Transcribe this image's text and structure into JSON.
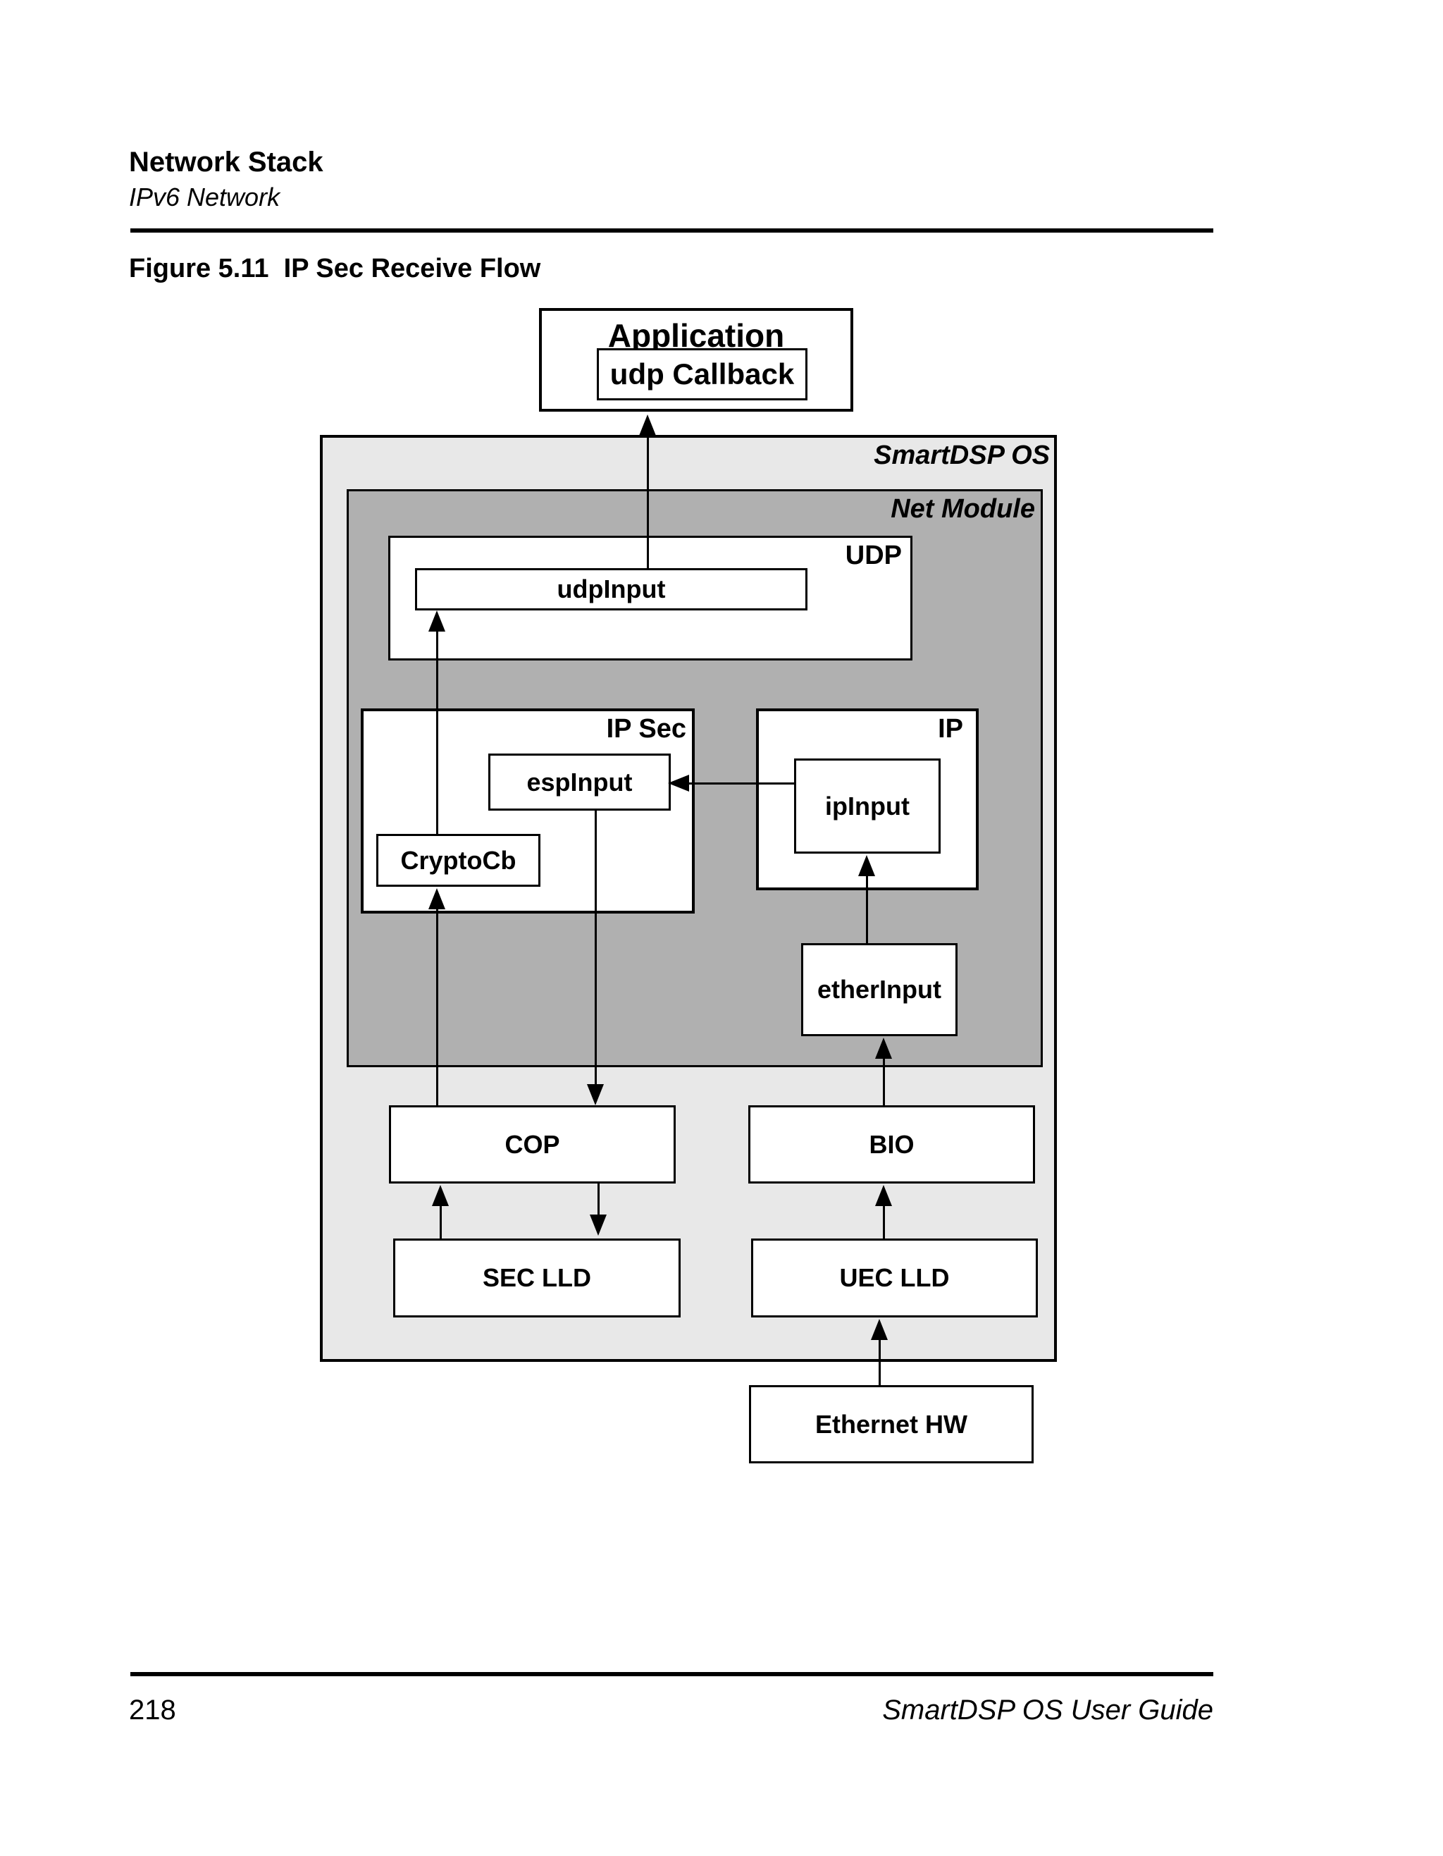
{
  "header": {
    "title": "Network Stack",
    "subtitle": "IPv6 Network"
  },
  "figure": {
    "caption": "Figure 5.11  IP Sec Receive Flow"
  },
  "footer": {
    "page_number": "218",
    "doc_title": "SmartDSP OS User Guide"
  },
  "diagram": {
    "colors": {
      "os_fill": "#e8e8e8",
      "module_fill": "#b0b0b0",
      "node_fill": "#ffffff",
      "line": "#000000"
    },
    "nodes": {
      "application": "Application",
      "udp_callback": "udp Callback",
      "smartdsp_os": "SmartDSP OS",
      "net_module": "Net Module",
      "udp": "UDP",
      "udp_input": "udpInput",
      "ip_sec": "IP Sec",
      "esp_input": "espInput",
      "crypto_cb": "CryptoCb",
      "ip": "IP",
      "ip_input": "ipInput",
      "ether_input": "etherInput",
      "cop": "COP",
      "bio": "BIO",
      "sec_lld": "SEC LLD",
      "uec_lld": "UEC LLD",
      "ethernet_hw": "Ethernet HW"
    },
    "edges": [
      {
        "from": "udpInput",
        "to": "Application udp Callback"
      },
      {
        "from": "CryptoCb",
        "to": "udpInput"
      },
      {
        "from": "COP",
        "to": "CryptoCb"
      },
      {
        "from": "espInput",
        "to": "COP"
      },
      {
        "from": "ipInput",
        "to": "espInput"
      },
      {
        "from": "etherInput",
        "to": "ipInput"
      },
      {
        "from": "BIO",
        "to": "etherInput"
      },
      {
        "from": "SEC LLD",
        "to": "COP"
      },
      {
        "from": "COP",
        "to": "SEC LLD"
      },
      {
        "from": "UEC LLD",
        "to": "BIO"
      },
      {
        "from": "Ethernet HW",
        "to": "UEC LLD"
      }
    ]
  }
}
